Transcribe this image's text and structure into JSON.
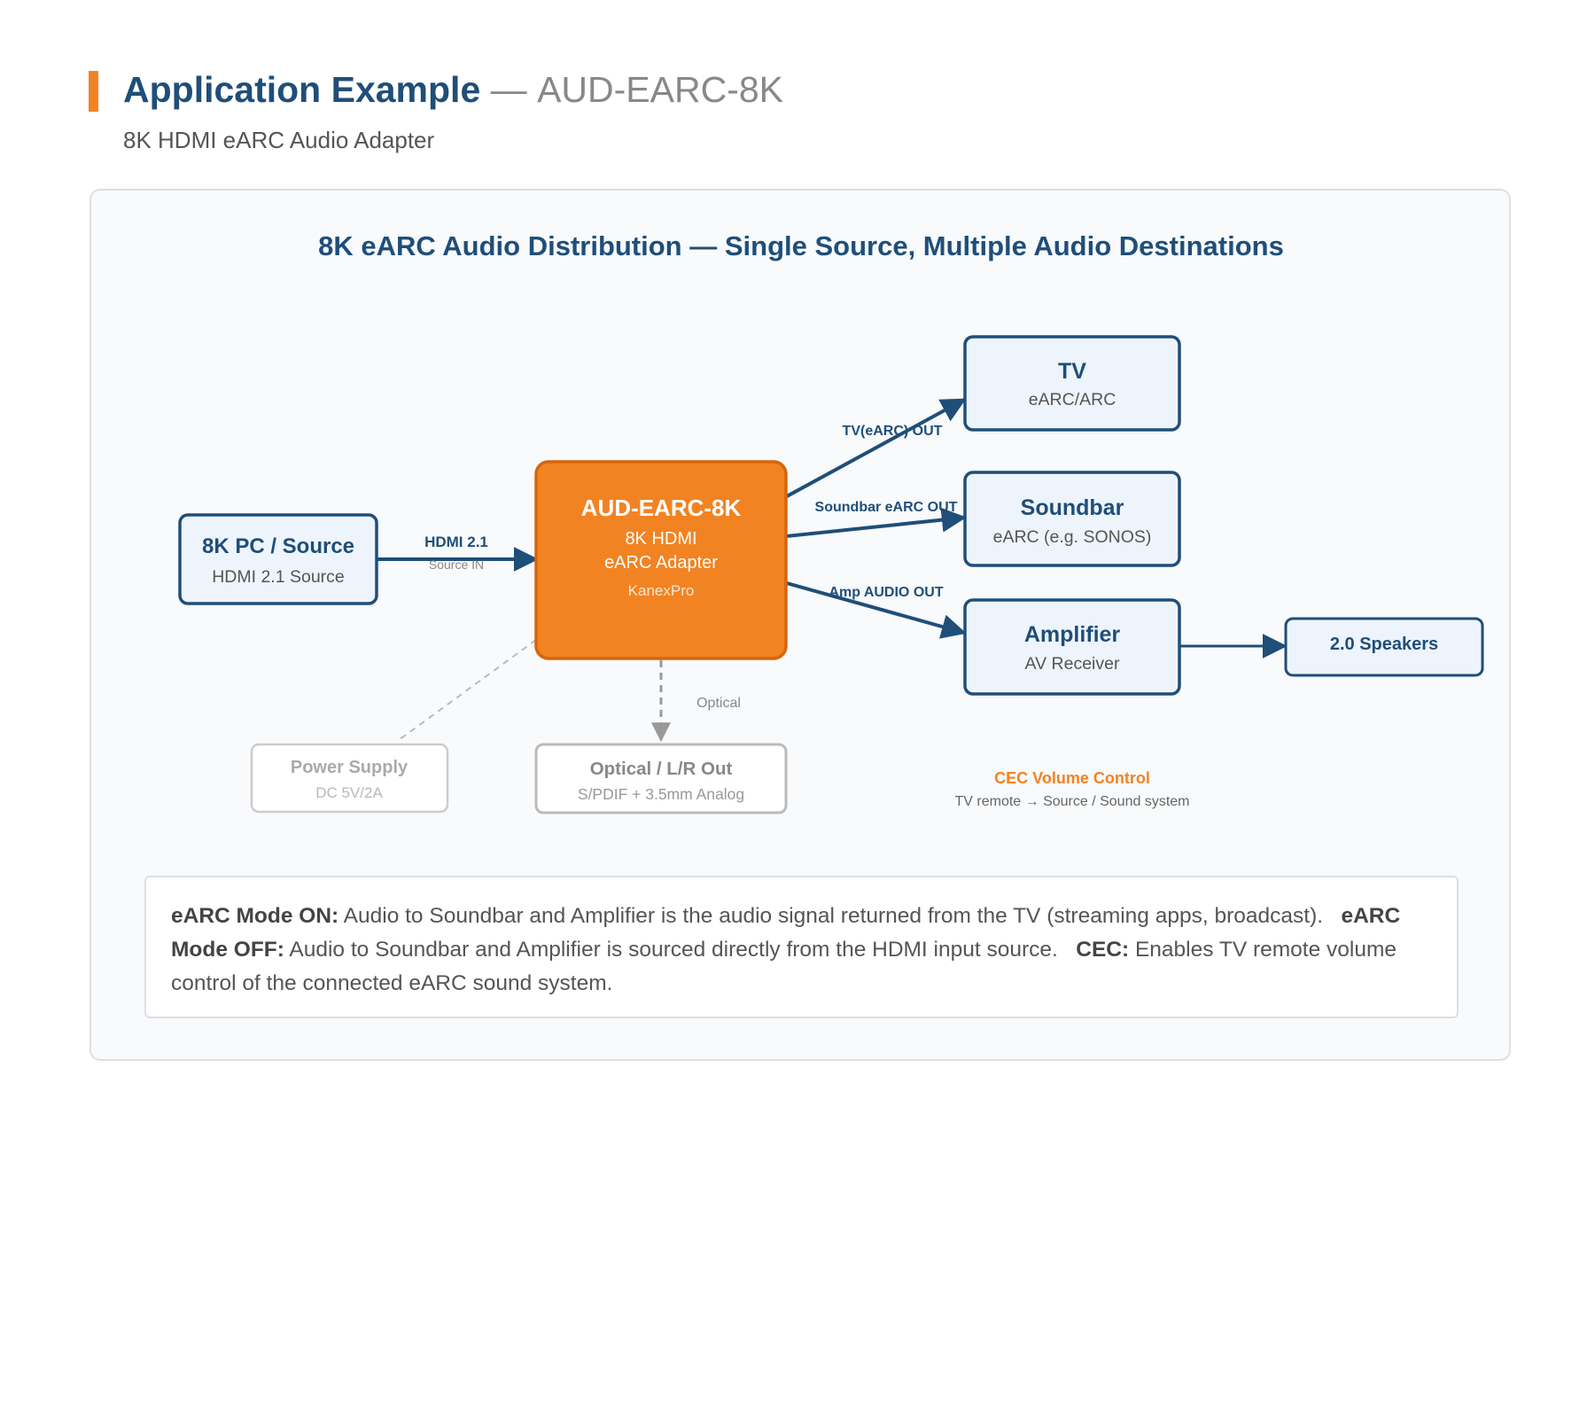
{
  "header": {
    "title_main": "Application Example",
    "title_sep": "—",
    "title_model": "AUD-EARC-8K",
    "subtitle": "8K HDMI eARC Audio Adapter"
  },
  "diagram": {
    "heading": "8K eARC Audio Distribution — Single Source, Multiple Audio Destinations",
    "source": {
      "title": "8K PC / Source",
      "sub": "HDMI 2.1 Source"
    },
    "adapter": {
      "title": "AUD-EARC-8K",
      "line1": "8K HDMI",
      "line2": "eARC Adapter",
      "brand": "KanexPro"
    },
    "tv": {
      "title": "TV",
      "sub": "eARC/ARC"
    },
    "soundbar": {
      "title": "Soundbar",
      "sub": "eARC (e.g. SONOS)"
    },
    "amplifier": {
      "title": "Amplifier",
      "sub": "AV Receiver"
    },
    "speakers": {
      "title": "2.0 Speakers"
    },
    "power": {
      "title": "Power Supply",
      "sub": "DC 5V/2A"
    },
    "optical": {
      "title": "Optical / L/R Out",
      "sub": "S/PDIF + 3.5mm Analog"
    },
    "links": {
      "hdmi_label": "HDMI 2.1",
      "hdmi_sub": "Source IN",
      "tv_out": "TV(eARC) OUT",
      "soundbar_out": "Soundbar eARC OUT",
      "amp_out": "Amp AUDIO OUT",
      "optical_label": "Optical"
    },
    "cec": {
      "title": "CEC Volume Control",
      "sub": "TV remote → Source / Sound system"
    }
  },
  "note": {
    "on_label": "eARC Mode ON:",
    "on_text": " Audio to Soundbar and Amplifier is the audio signal returned from the TV (streaming apps, broadcast).   ",
    "off_label": "eARC Mode OFF:",
    "off_text": " Audio to Soundbar and Amplifier is sourced directly from the HDMI input source.   ",
    "cec_label": "CEC:",
    "cec_text": " Enables TV remote volume control of the connected eARC sound system."
  },
  "colors": {
    "navy": "#1f4e79",
    "orange": "#f28322",
    "box_fill": "#eef4fb",
    "muted": "#aaaaaa"
  }
}
